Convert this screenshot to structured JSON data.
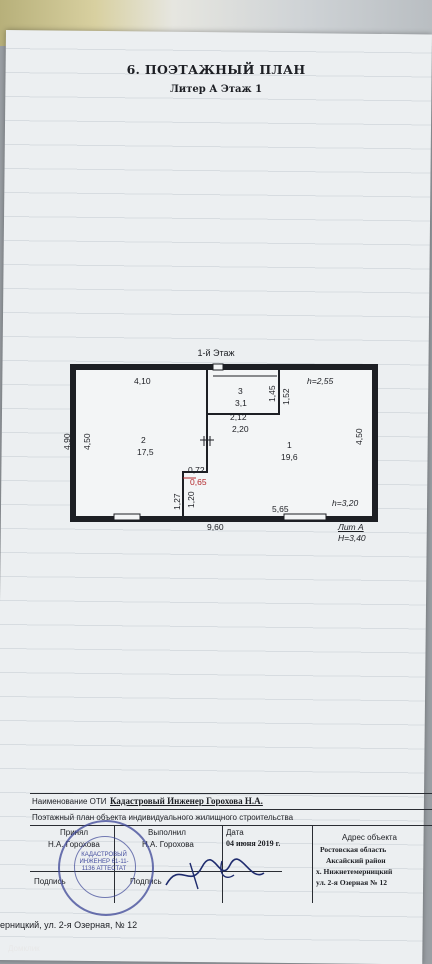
{
  "header": {
    "title": "6. ПОЭТАЖНЫЙ ПЛАН",
    "subtitle": "Литер А Этаж 1"
  },
  "plan": {
    "floor_label": "1-й Этаж",
    "outer_width": "9,60",
    "outer_height": "4,90",
    "rooms": [
      {
        "number": "1",
        "area": "19,6"
      },
      {
        "number": "2",
        "area": "17,5"
      },
      {
        "number": "3",
        "area": "3,1"
      }
    ],
    "dims": {
      "top_left": "4,10",
      "left_inner": "4,50",
      "right_inner": "4,50",
      "room3_bottom_a": "2,12",
      "room3_bottom_b": "2,20",
      "room3_side_a": "1,45",
      "room3_side_b": "1,52",
      "room2_notch_w": "0,72",
      "room2_notch_h_a": "1,27",
      "room2_notch_h_b": "1,20",
      "bottom_right": "5,65"
    },
    "red_dim": "0,65",
    "height_label_top": "h=2,55",
    "height_label_bottom": "h=3,20",
    "lit": "Лит А",
    "lit_height": "H=3,40"
  },
  "footer": {
    "name_label": "Наименование ОТИ",
    "name_value": "Кадастровый Инженер Горохова Н.А.",
    "plan_desc": "Поэтажный план объекта индивидуального жилищного строительства",
    "accepted_label": "Принял",
    "accepted_name": "Н.А. Горохова",
    "executed_label": "Выполнил",
    "executed_name": "Н.А. Горохова",
    "date_label": "Дата",
    "date_value": "04 июня 2019 г.",
    "address_label": "Адрес объекта",
    "address_lines": [
      "Ростовская область",
      "Аксайский район",
      "х. Нижнетемерницкий",
      "ул. 2-я Озерная № 12"
    ],
    "sign1": "Подпись",
    "sign2": "Подпись"
  },
  "stamp_text": "КАДАСТРОВЫЙ ИНЖЕНЕР 61-11-1136 АТТЕСТАТ",
  "bottom_address_left": "ерницкий, ул. 2-я Озерная, № 12",
  "watermark": "Домклик"
}
